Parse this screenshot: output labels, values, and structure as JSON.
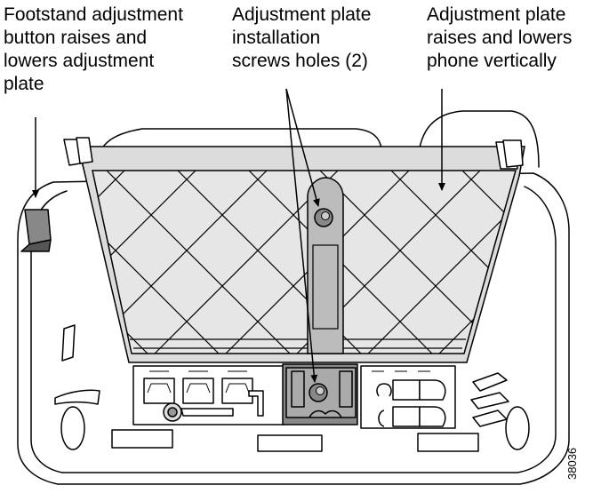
{
  "callouts": {
    "footstand": "Footstand adjustment\nbutton raises and\nlowers adjustment\nplate",
    "screws": "Adjustment plate\ninstallation\nscrews holes (2)",
    "plate": "Adjustment plate\nraises and lowers\nphone vertically"
  },
  "figure_number": "38036"
}
